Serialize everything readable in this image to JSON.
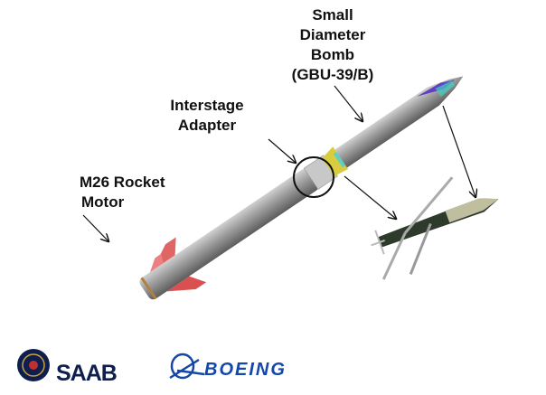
{
  "labels": {
    "sdb": [
      "Small",
      "Diameter",
      "Bomb",
      "(GBU-39/B)"
    ],
    "adapter": [
      "Interstage",
      "Adapter"
    ],
    "motor": [
      "M26 Rocket",
      "Motor"
    ]
  },
  "logos": {
    "saab": "SAAB",
    "boeing": "BOEING"
  },
  "colors": {
    "fin": "#e06060",
    "body": "#8a8a8a",
    "boeing_blue": "#1547a8",
    "saab_navy": "#0e1f4d"
  }
}
